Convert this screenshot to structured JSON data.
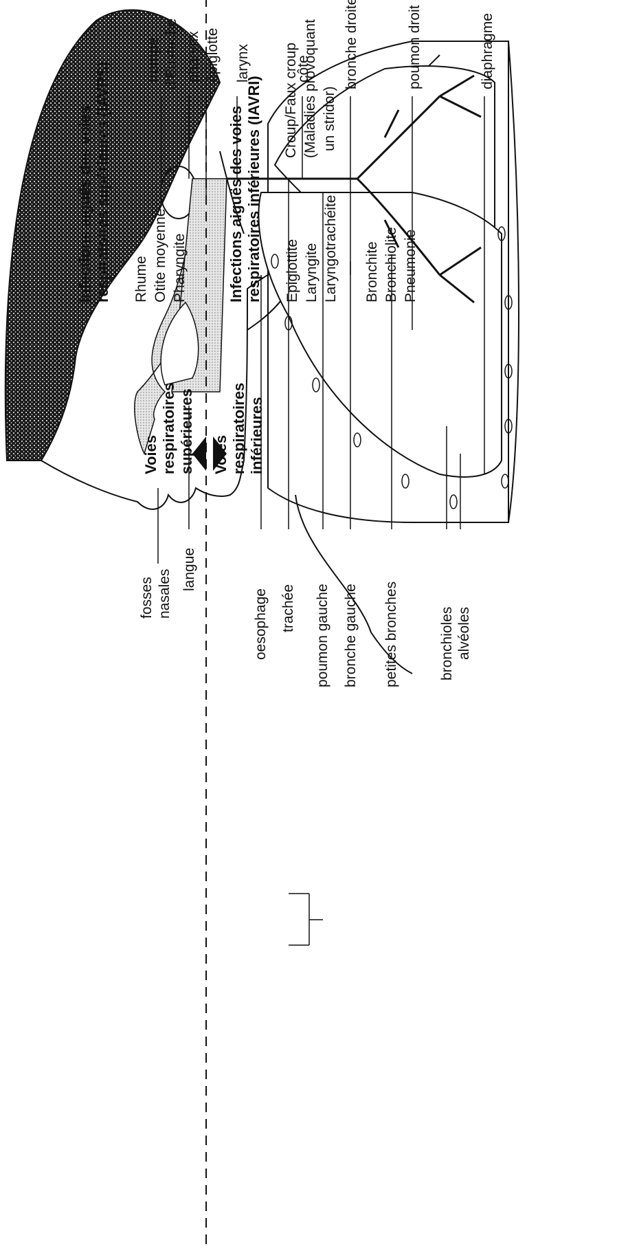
{
  "anatomy_labels_left": {
    "trompe": "trompe",
    "eustache": "d'Eustache",
    "pharynx": "pharynx",
    "epiglotte": "épiglotte",
    "larynx": "larynx",
    "cote": "côte",
    "bronche_droite": "bronche droite",
    "poumon_droit": "poumon droit",
    "diaphragme": "diaphragme"
  },
  "anatomy_labels_right": {
    "fosses": "fosses",
    "nasales": "nasales",
    "langue": "langue",
    "oesophage": "oesophage",
    "trachee": "trachée",
    "poumon_gauche": "poumon gauche",
    "bronche_gauche": "bronche gauche",
    "petites_bronches": "petites bronches",
    "bronchioles": "bronchioles",
    "alveoles": "alvéoles"
  },
  "airways": {
    "upper": [
      "Voies",
      "respiratoires",
      "supérieures"
    ],
    "lower": [
      "Voies",
      "respiratoires",
      "inférieures"
    ]
  },
  "iavrs": {
    "title_line1": "Infections aiguës des voies",
    "title_line2": "respiratoires supérieures (IAVRS)",
    "items": [
      "Rhume",
      "Otite moyenne",
      "Pharyngite"
    ]
  },
  "iavri": {
    "title_line1": "Infections aiguës des voies",
    "title_line2": "respiratoires inférieures (IAVRI)",
    "group1": [
      "Epiglottite",
      "Laryngite",
      "Laryngotrachéite"
    ],
    "group1_note": [
      "Croup/Faux croup",
      "(Maladies provoquant",
      "un stridor)"
    ],
    "group2": [
      "Bronchite",
      "Bronchiolite",
      "Pneumonie"
    ]
  }
}
